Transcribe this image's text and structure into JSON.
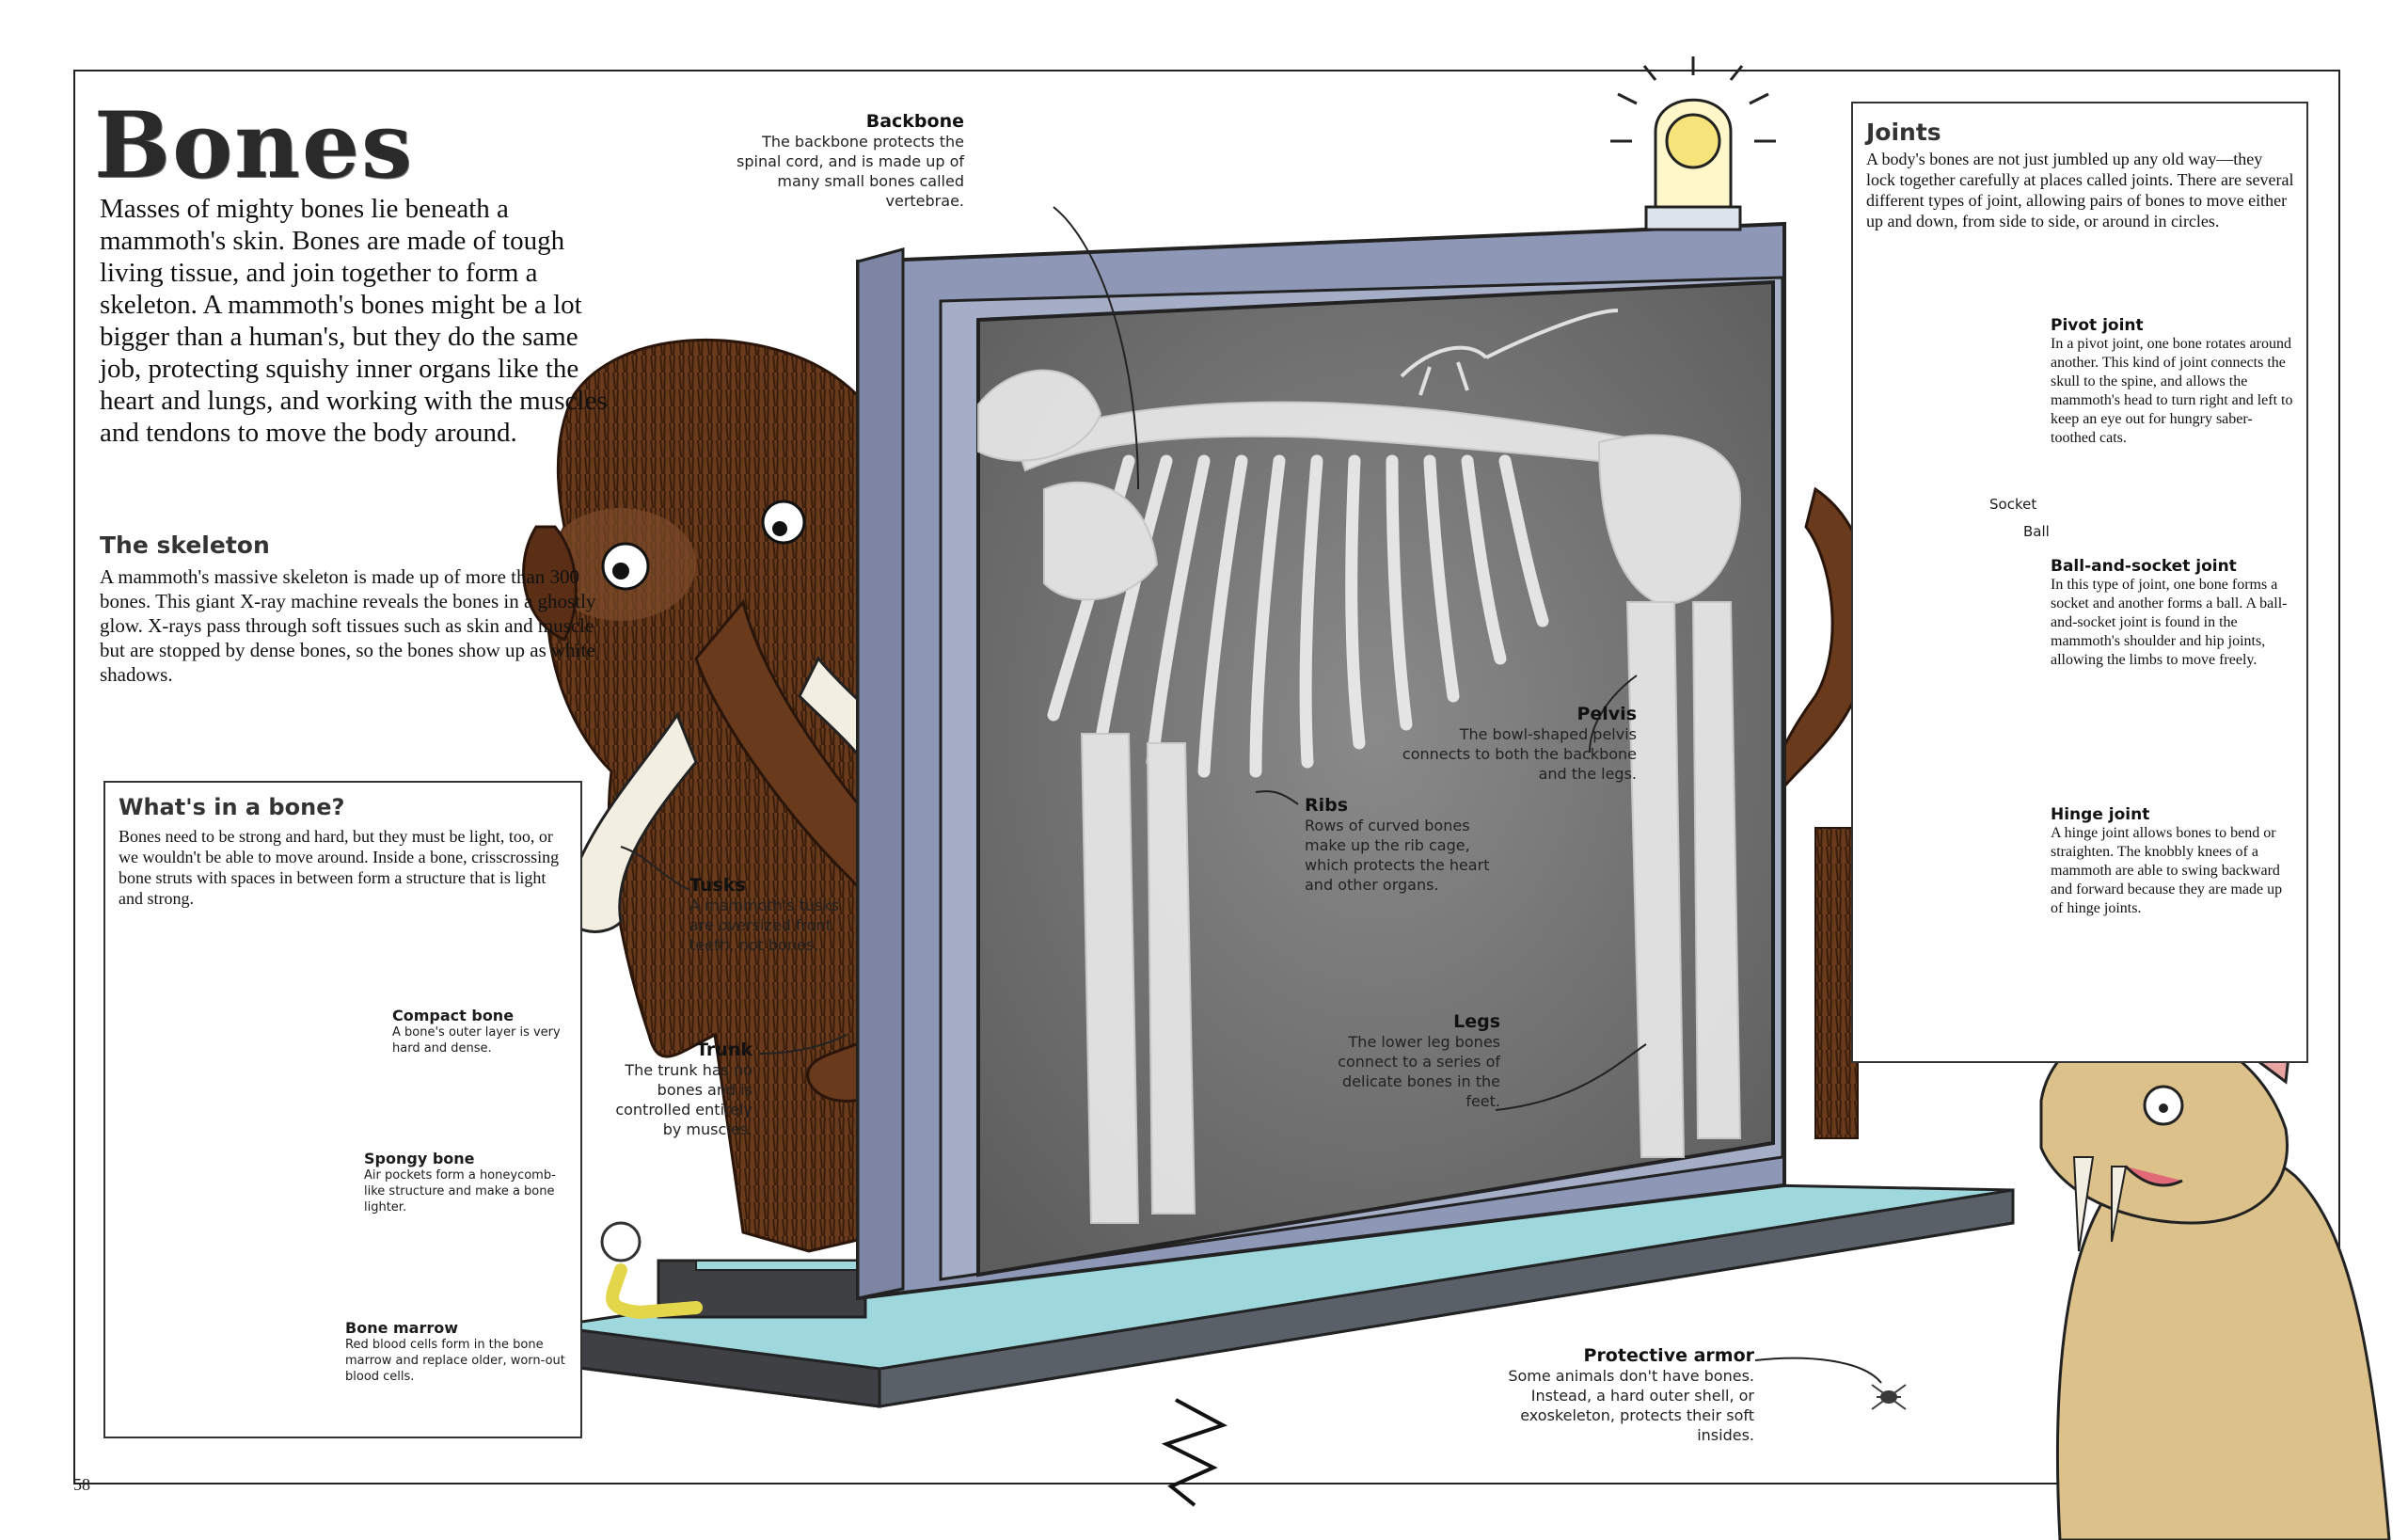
{
  "title": "Bones",
  "intro": "Masses of mighty bones lie beneath a mammoth's skin. Bones are made of tough living tissue, and join together to form a skeleton. A mammoth's bones might be a lot bigger than a human's, but they do the same job, protecting squishy inner organs like the heart and lungs, and working with the muscles and tendons to move the body around.",
  "skeleton": {
    "heading": "The skeleton",
    "text": "A mammoth's massive skeleton is made up of more than 300 bones. This giant X-ray machine reveals the bones in a ghostly glow. X-rays pass through soft tissues such as skin and muscle but are stopped by dense bones, so the bones show up as white shadows."
  },
  "whats_in_bone": {
    "heading": "What's in a bone?",
    "text": "Bones need to be strong and hard, but they must be light, too, or we wouldn't be able to move around. Inside a bone, crisscrossing bone struts with spaces in between form a structure that is light and strong.",
    "compact": {
      "title": "Compact bone",
      "text": "A bone's outer layer is very hard and dense."
    },
    "spongy": {
      "title": "Spongy bone",
      "text": "Air pockets form a honeycomb-like structure and make a bone lighter."
    },
    "marrow": {
      "title": "Bone marrow",
      "text": "Red blood cells form in the bone marrow and replace older, worn-out blood cells."
    }
  },
  "labels": {
    "backbone": {
      "title": "Backbone",
      "text": "The backbone protects the spinal cord, and is made up of many small bones called vertebrae."
    },
    "pelvis": {
      "title": "Pelvis",
      "text": "The bowl-shaped pelvis connects to both the backbone and the legs."
    },
    "ribs": {
      "title": "Ribs",
      "text": "Rows of curved bones make up the rib cage, which protects the heart and other organs."
    },
    "tusks": {
      "title": "Tusks",
      "text": "A mammoth's tusks are oversized front teeth, not bones."
    },
    "trunk": {
      "title": "Trunk",
      "text": "The trunk has no bones and is controlled entirely by muscles."
    },
    "legs": {
      "title": "Legs",
      "text": "The lower leg bones connect to a series of delicate bones in the feet."
    },
    "armor": {
      "title": "Protective armor",
      "text": "Some animals don't have bones. Instead, a hard outer shell, or exoskeleton, protects their soft insides."
    }
  },
  "joints": {
    "heading": "Joints",
    "text": "A body's bones are not just jumbled up any old way—they lock together carefully at places called joints. There are several different types of joint, allowing pairs of bones to move either up and down, from side to side, or around in circles.",
    "pivot": {
      "title": "Pivot joint",
      "text": "In a pivot joint, one bone rotates around another. This kind of joint connects the skull to the spine, and allows the mammoth's head to turn right and left to keep an eye out for hungry saber-toothed cats."
    },
    "ball": {
      "title": "Ball-and-socket joint",
      "text": "In this type of joint, one bone forms a socket and another forms a ball. A ball-and-socket joint is found in the mammoth's shoulder and hip joints, allowing the limbs to move freely."
    },
    "socket_label": "Socket",
    "ball_label": "Ball",
    "hinge": {
      "title": "Hinge joint",
      "text": "A hinge joint allows bones to bend or straighten. The knobbly knees of a mammoth are able to swing backward and forward because they are made up of hinge joints."
    }
  },
  "page_number": "58"
}
